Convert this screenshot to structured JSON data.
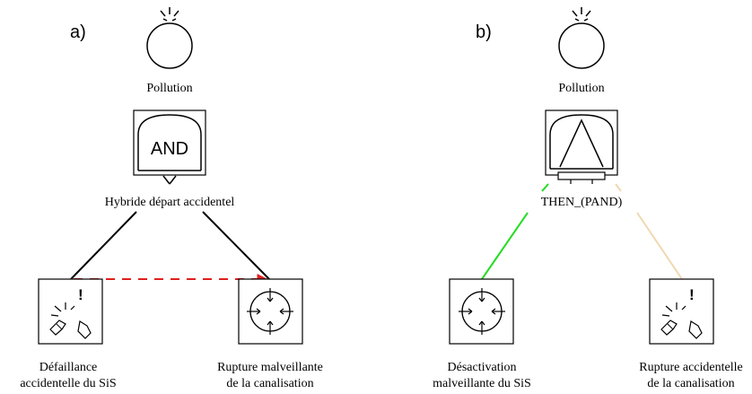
{
  "panels": [
    {
      "id": "a",
      "label": "a)",
      "top_event": "Pollution",
      "gate_symbol": "AND",
      "gate_label": "Hybride départ accidentel",
      "left_event": {
        "line1": "Défaillance",
        "line2": "accidentelle du SiS",
        "icon": "accidental-failure-icon"
      },
      "right_event": {
        "line1": "Rupture malveillante",
        "line2": "de la canalisation",
        "icon": "malicious-attack-icon"
      }
    },
    {
      "id": "b",
      "label": "b)",
      "top_event": "Pollution",
      "gate_label": "THEN_(PAND)",
      "left_event": {
        "line1": "Désactivation",
        "line2": "malveillante du SiS",
        "icon": "malicious-attack-icon"
      },
      "right_event": {
        "line1": "Rupture accidentelle",
        "line2": "de la canalisation",
        "icon": "accidental-failure-icon"
      }
    }
  ],
  "colors": {
    "line": "#000000",
    "sequence_arrow": "#e02020",
    "then_left_branch": "#22dd22",
    "then_right_branch": "#f0d8b0"
  }
}
